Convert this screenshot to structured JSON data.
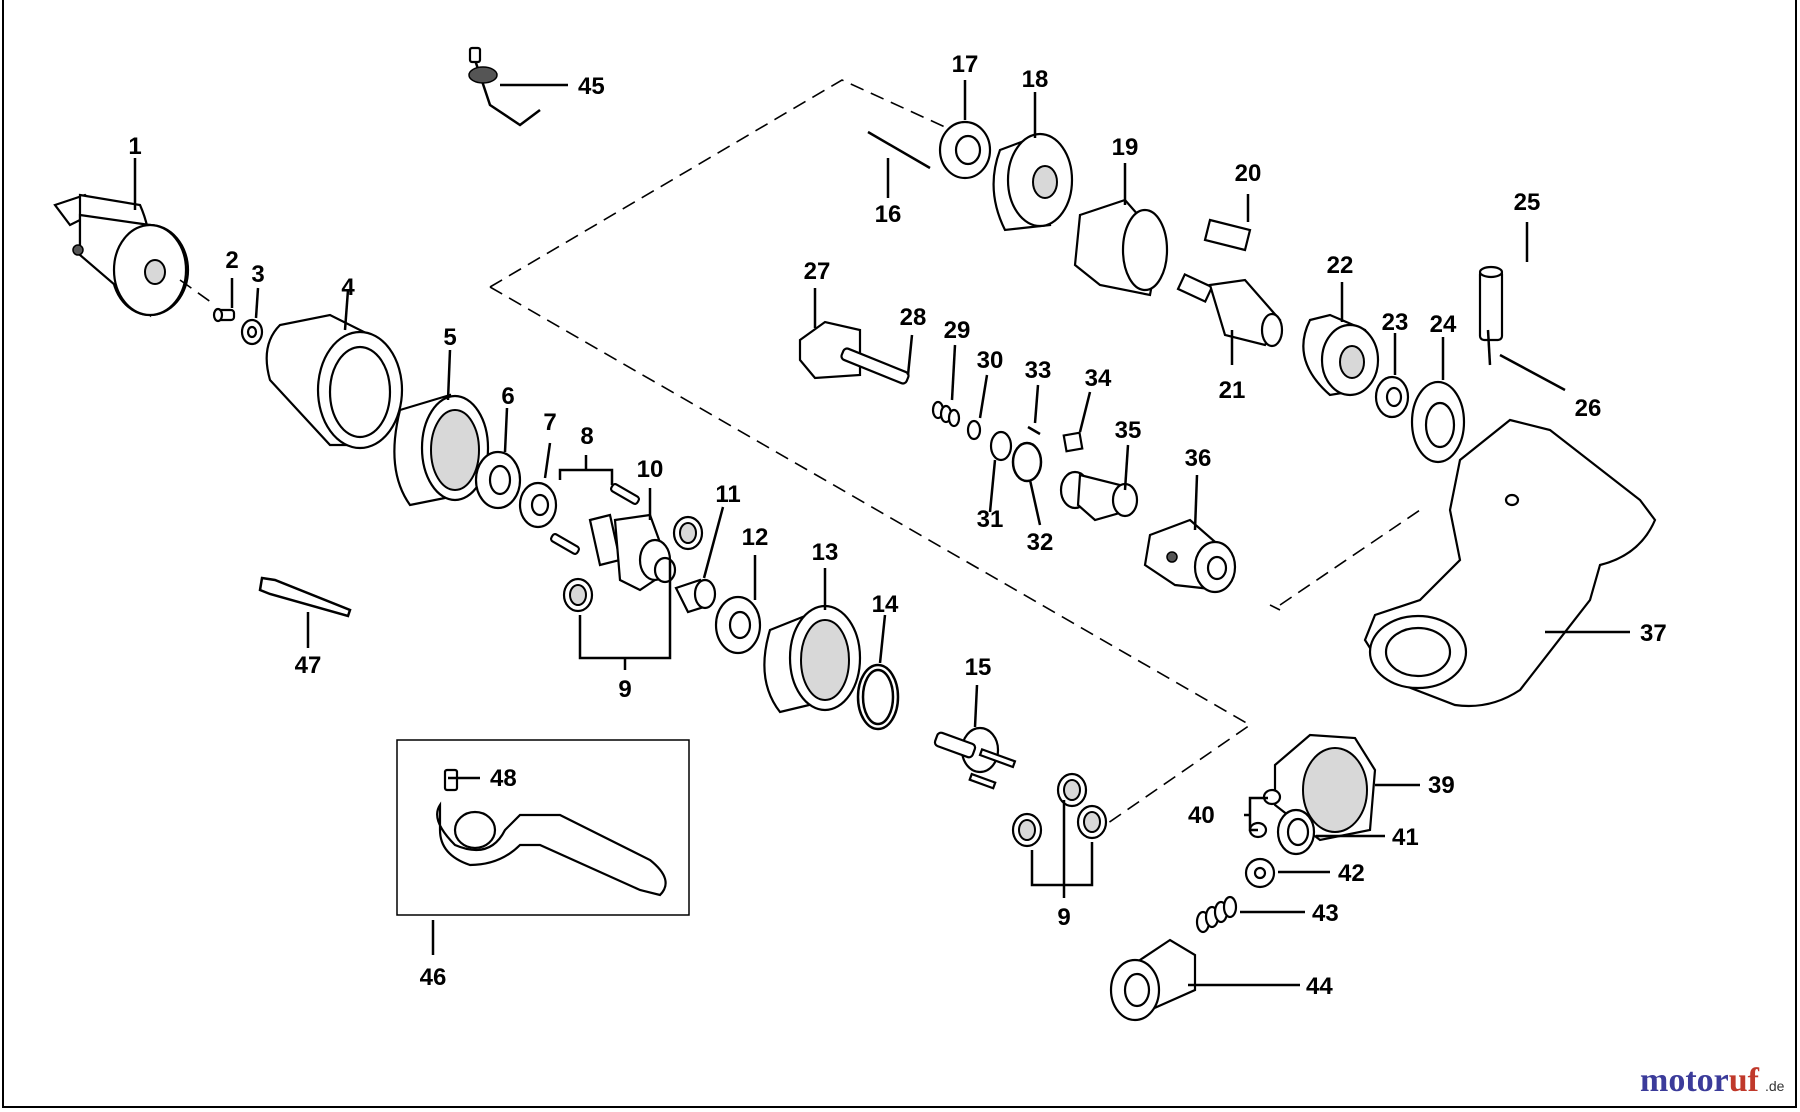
{
  "diagram": {
    "callouts": [
      {
        "id": "c1",
        "text": "1"
      },
      {
        "id": "c2",
        "text": "2"
      },
      {
        "id": "c3",
        "text": "3"
      },
      {
        "id": "c4",
        "text": "4"
      },
      {
        "id": "c5",
        "text": "5"
      },
      {
        "id": "c6",
        "text": "6"
      },
      {
        "id": "c7",
        "text": "7"
      },
      {
        "id": "c8",
        "text": "8"
      },
      {
        "id": "c9a",
        "text": "9"
      },
      {
        "id": "c9b",
        "text": "9"
      },
      {
        "id": "c10",
        "text": "10"
      },
      {
        "id": "c11",
        "text": "11"
      },
      {
        "id": "c12",
        "text": "12"
      },
      {
        "id": "c13",
        "text": "13"
      },
      {
        "id": "c14",
        "text": "14"
      },
      {
        "id": "c15",
        "text": "15"
      },
      {
        "id": "c16",
        "text": "16"
      },
      {
        "id": "c17",
        "text": "17"
      },
      {
        "id": "c18",
        "text": "18"
      },
      {
        "id": "c19",
        "text": "19"
      },
      {
        "id": "c20",
        "text": "20"
      },
      {
        "id": "c21",
        "text": "21"
      },
      {
        "id": "c22",
        "text": "22"
      },
      {
        "id": "c23",
        "text": "23"
      },
      {
        "id": "c24",
        "text": "24"
      },
      {
        "id": "c25",
        "text": "25"
      },
      {
        "id": "c26",
        "text": "26"
      },
      {
        "id": "c27",
        "text": "27"
      },
      {
        "id": "c28",
        "text": "28"
      },
      {
        "id": "c29",
        "text": "29"
      },
      {
        "id": "c30",
        "text": "30"
      },
      {
        "id": "c31",
        "text": "31"
      },
      {
        "id": "c32",
        "text": "32"
      },
      {
        "id": "c33",
        "text": "33"
      },
      {
        "id": "c34",
        "text": "34"
      },
      {
        "id": "c35",
        "text": "35"
      },
      {
        "id": "c36",
        "text": "36"
      },
      {
        "id": "c37",
        "text": "37"
      },
      {
        "id": "c39",
        "text": "39"
      },
      {
        "id": "c40",
        "text": "40"
      },
      {
        "id": "c41",
        "text": "41"
      },
      {
        "id": "c42",
        "text": "42"
      },
      {
        "id": "c43",
        "text": "43"
      },
      {
        "id": "c44",
        "text": "44"
      },
      {
        "id": "c45",
        "text": "45"
      },
      {
        "id": "c46",
        "text": "46"
      },
      {
        "id": "c47",
        "text": "47"
      },
      {
        "id": "c48",
        "text": "48"
      }
    ]
  },
  "watermark": {
    "brand_part1": "motor",
    "brand_part2": "uf",
    "suffix": ".de"
  },
  "colors": {
    "line": "#000000",
    "brand_blue": "#3b3b9a",
    "brand_red": "#c0392b"
  }
}
